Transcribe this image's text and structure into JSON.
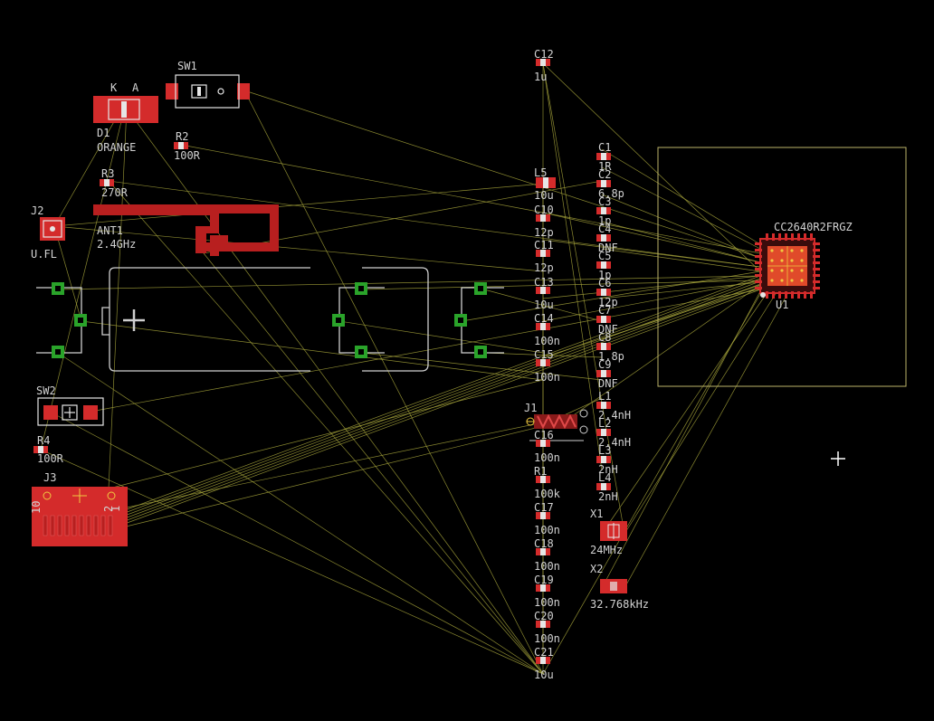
{
  "board": {
    "parts": {
      "d1": {
        "ref": "D1",
        "value": "ORANGE",
        "pin_k": "K",
        "pin_a": "A"
      },
      "sw1": {
        "ref": "SW1"
      },
      "r2": {
        "ref": "R2",
        "value": "100R"
      },
      "r3": {
        "ref": "R3",
        "value": "270R"
      },
      "j2": {
        "ref": "J2",
        "value": "U.FL"
      },
      "ant1": {
        "ref": "ANT1",
        "value": "2.4GHz"
      },
      "sw2": {
        "ref": "SW2"
      },
      "r4": {
        "ref": "R4",
        "value": "100R"
      },
      "j3": {
        "ref": "J3",
        "pin_10": "10",
        "pin_1": "1",
        "pin_2": "2"
      },
      "u1": {
        "ref": "U1",
        "value": "CC2640R2FRGZ"
      },
      "j1": {
        "ref": "J1"
      },
      "x1": {
        "ref": "X1",
        "value": "24MHz"
      },
      "x2": {
        "ref": "X2",
        "value": "32.768kHz"
      }
    },
    "left_column": [
      {
        "ref": "C12",
        "value": "1u"
      },
      {
        "ref": "L5",
        "value": "10u"
      },
      {
        "ref": "C10",
        "value": "12p"
      },
      {
        "ref": "C11",
        "value": "12p"
      },
      {
        "ref": "C13",
        "value": "10u"
      },
      {
        "ref": "C14",
        "value": "100n"
      },
      {
        "ref": "C15",
        "value": "100n"
      },
      {
        "ref": "C16",
        "value": "100n"
      },
      {
        "ref": "R1",
        "value": "100k"
      },
      {
        "ref": "C17",
        "value": "100n"
      },
      {
        "ref": "C18",
        "value": "100n"
      },
      {
        "ref": "C19",
        "value": "100n"
      },
      {
        "ref": "C20",
        "value": "100n"
      },
      {
        "ref": "C21",
        "value": "10u"
      }
    ],
    "right_column": [
      {
        "ref": "C1",
        "value": "1R"
      },
      {
        "ref": "C2",
        "value": "6.8p"
      },
      {
        "ref": "C3",
        "value": "1p"
      },
      {
        "ref": "C4",
        "value": "DNF"
      },
      {
        "ref": "C5",
        "value": "1p"
      },
      {
        "ref": "C6",
        "value": "12p"
      },
      {
        "ref": "C7",
        "value": "DNF"
      },
      {
        "ref": "C8",
        "value": "1.8p"
      },
      {
        "ref": "C9",
        "value": "DNF"
      },
      {
        "ref": "L1",
        "value": "2.4nH"
      },
      {
        "ref": "L2",
        "value": "2.4nH"
      },
      {
        "ref": "L3",
        "value": "2nH"
      },
      {
        "ref": "L4",
        "value": "2nH"
      }
    ]
  }
}
